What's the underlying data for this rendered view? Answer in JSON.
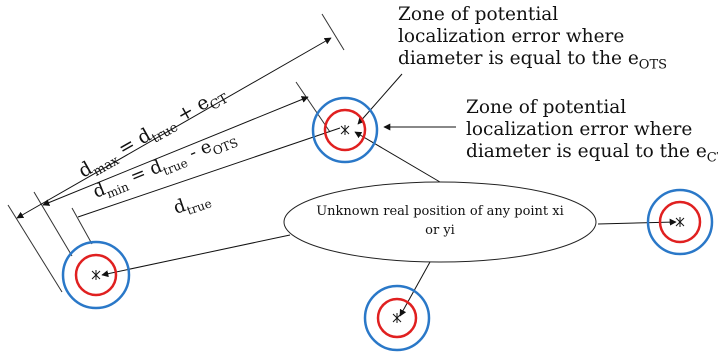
{
  "annotations": {
    "ots_zone": {
      "line1": "Zone of potential",
      "line2": "localization error where",
      "line3_main": "diameter is equal to the e",
      "line3_sub": "OTS"
    },
    "ct_zone": {
      "line1": "Zone of potential",
      "line2": "localization error where",
      "line3_main": "diameter is equal to the e",
      "line3_sub": "CT"
    }
  },
  "formulas": {
    "d_max": {
      "d": "d",
      "sub_max": "max",
      "eq": " = ",
      "sub_true": "true",
      "op": " + e",
      "sub_ct": "CT"
    },
    "d_min": {
      "d": "d",
      "sub_min": "min",
      "eq": " = ",
      "sub_true": "true",
      "op": " - e",
      "sub_ots": "OTS"
    },
    "d_true": {
      "d": "d",
      "sub_true": "true"
    }
  },
  "center_label": {
    "line1": "Unknown real position of any point xi",
    "line2": "or yi"
  },
  "colors": {
    "outer_ring": "#2a78c8",
    "inner_ring": "#e02020",
    "line": "#222222"
  }
}
